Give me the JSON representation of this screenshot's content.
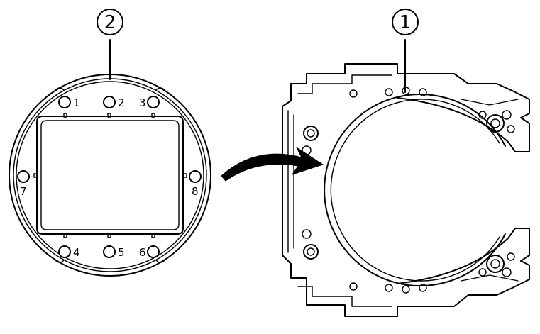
{
  "callouts": [
    {
      "id": "part-2",
      "label": "2"
    },
    {
      "id": "part-1",
      "label": "1"
    }
  ],
  "screw_labels": [
    "1",
    "2",
    "3",
    "4",
    "5",
    "6",
    "7",
    "8"
  ]
}
